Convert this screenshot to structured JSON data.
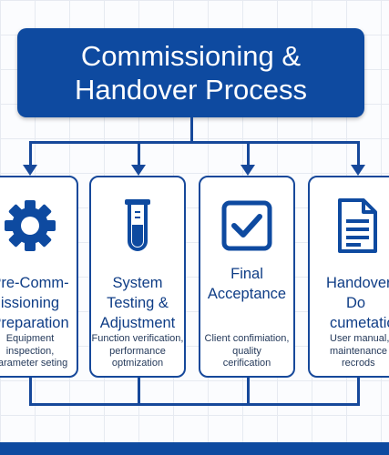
{
  "title": {
    "lines": [
      "Commissioning &",
      "Handover Process"
    ]
  },
  "steps": [
    {
      "icon": "gear-icon",
      "title_lines": [
        "Pre-Comm-",
        "issioning",
        "Preparation"
      ],
      "desc_lines": [
        "Equipment",
        "inspection,",
        "parameter seting"
      ]
    },
    {
      "icon": "test-tube-icon",
      "title_lines": [
        "System",
        "Testing &",
        "Adjustment"
      ],
      "desc_lines": [
        "Function verification,",
        "performance",
        "optmization"
      ]
    },
    {
      "icon": "checkbox-icon",
      "title_lines": [
        "Final",
        "Acceptance"
      ],
      "desc_lines": [
        "Client confimiation,",
        "quality",
        "cerification"
      ]
    },
    {
      "icon": "document-icon",
      "title_lines": [
        "Handover",
        "Do",
        "cumetation"
      ],
      "desc_lines": [
        "User manual,",
        "maintenance",
        "recrods"
      ]
    }
  ],
  "colors": {
    "primary": "#0e4aa0",
    "line": "#16489a",
    "card_border": "#16489a",
    "text_title": "#0f3d86",
    "text_desc": "#253a5b"
  }
}
